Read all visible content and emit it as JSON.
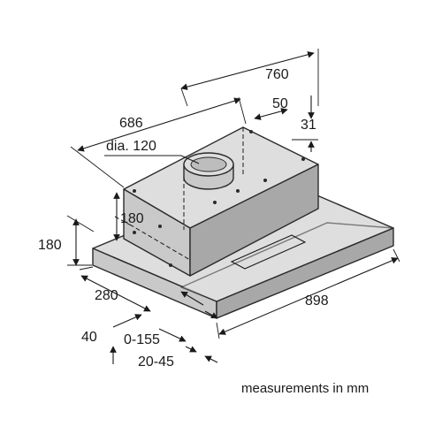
{
  "diagram": {
    "dimensions": {
      "depth_total": "760",
      "depth_body": "686",
      "offset_top": "50",
      "offset_right": "31",
      "duct_diameter": "dia. 120",
      "height_inner": "180",
      "height_outer": "180",
      "depth_front": "280",
      "width_total": "898",
      "front_offset": "40",
      "extension_range": "0-155",
      "front_gap": "20-45"
    },
    "footnote": "measurements in mm"
  }
}
